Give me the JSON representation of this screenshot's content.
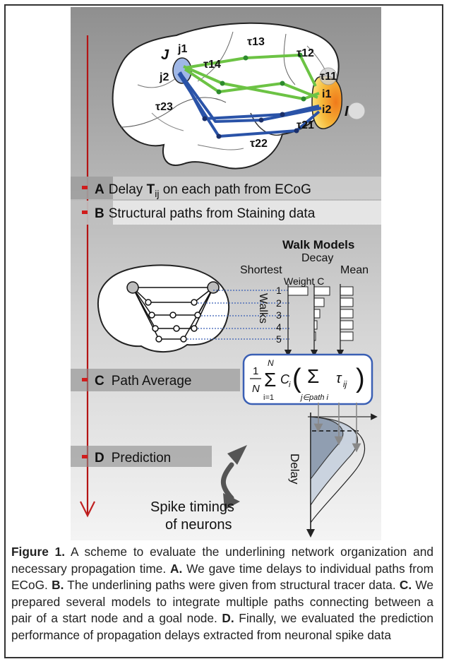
{
  "figure": {
    "brain_labels": {
      "J": "J",
      "j1": "j1",
      "j2": "j2",
      "I": "I",
      "i1": "i1",
      "i2": "i2",
      "tau14": "τ14",
      "tau13": "τ13",
      "tau12": "τ12",
      "tau11": "τ11",
      "tau23": "τ23",
      "tau22": "τ22",
      "tau21": "τ21"
    },
    "steps": {
      "A": {
        "letter": "A",
        "text_before": "Delay ",
        "symbol": "T",
        "subscript": "ij",
        "text_after": " on each path from ECoG"
      },
      "B": {
        "letter": "B",
        "text": "Structural paths from Staining data"
      },
      "C": {
        "letter": "C",
        "text": "Path Average"
      },
      "D": {
        "letter": "D",
        "text": "Prediction"
      }
    },
    "walk_models": {
      "title": "Walk Models",
      "decay": "Decay",
      "shortest": "Shortest",
      "mean": "Mean",
      "weight": "Weight C",
      "walks_label": "Walks",
      "walk_numbers": [
        "1",
        "2",
        "3",
        "4",
        "5"
      ]
    },
    "formula": {
      "frac_num": "1",
      "frac_den": "N",
      "sum_top": "N",
      "sum_bottom": "i=1",
      "C": "C",
      "C_sub": "i",
      "inner_sum_bottom": "j∈path i",
      "tau": "τ",
      "tau_sub": "ij"
    },
    "delay_label": "Delay",
    "spike_line1": "Spike timings",
    "spike_line2": "of neurons"
  },
  "caption": {
    "figure_label": "Figure 1.",
    "intro": " A scheme to evaluate the underlining network organization and necessary propagation time. ",
    "a_label": "A.",
    "a_text": " We gave time delays to individual paths from ECoG. ",
    "b_label": "B.",
    "b_text": " The underlining paths were given from structural tracer data. ",
    "c_label": "C.",
    "c_text": " We prepared several models to integrate multiple paths connecting between a pair of a start node and a goal node. ",
    "d_label": "D.",
    "d_text": " Finally, we evaluated the prediction performance of propagation delays extracted from neuronal spike data"
  }
}
